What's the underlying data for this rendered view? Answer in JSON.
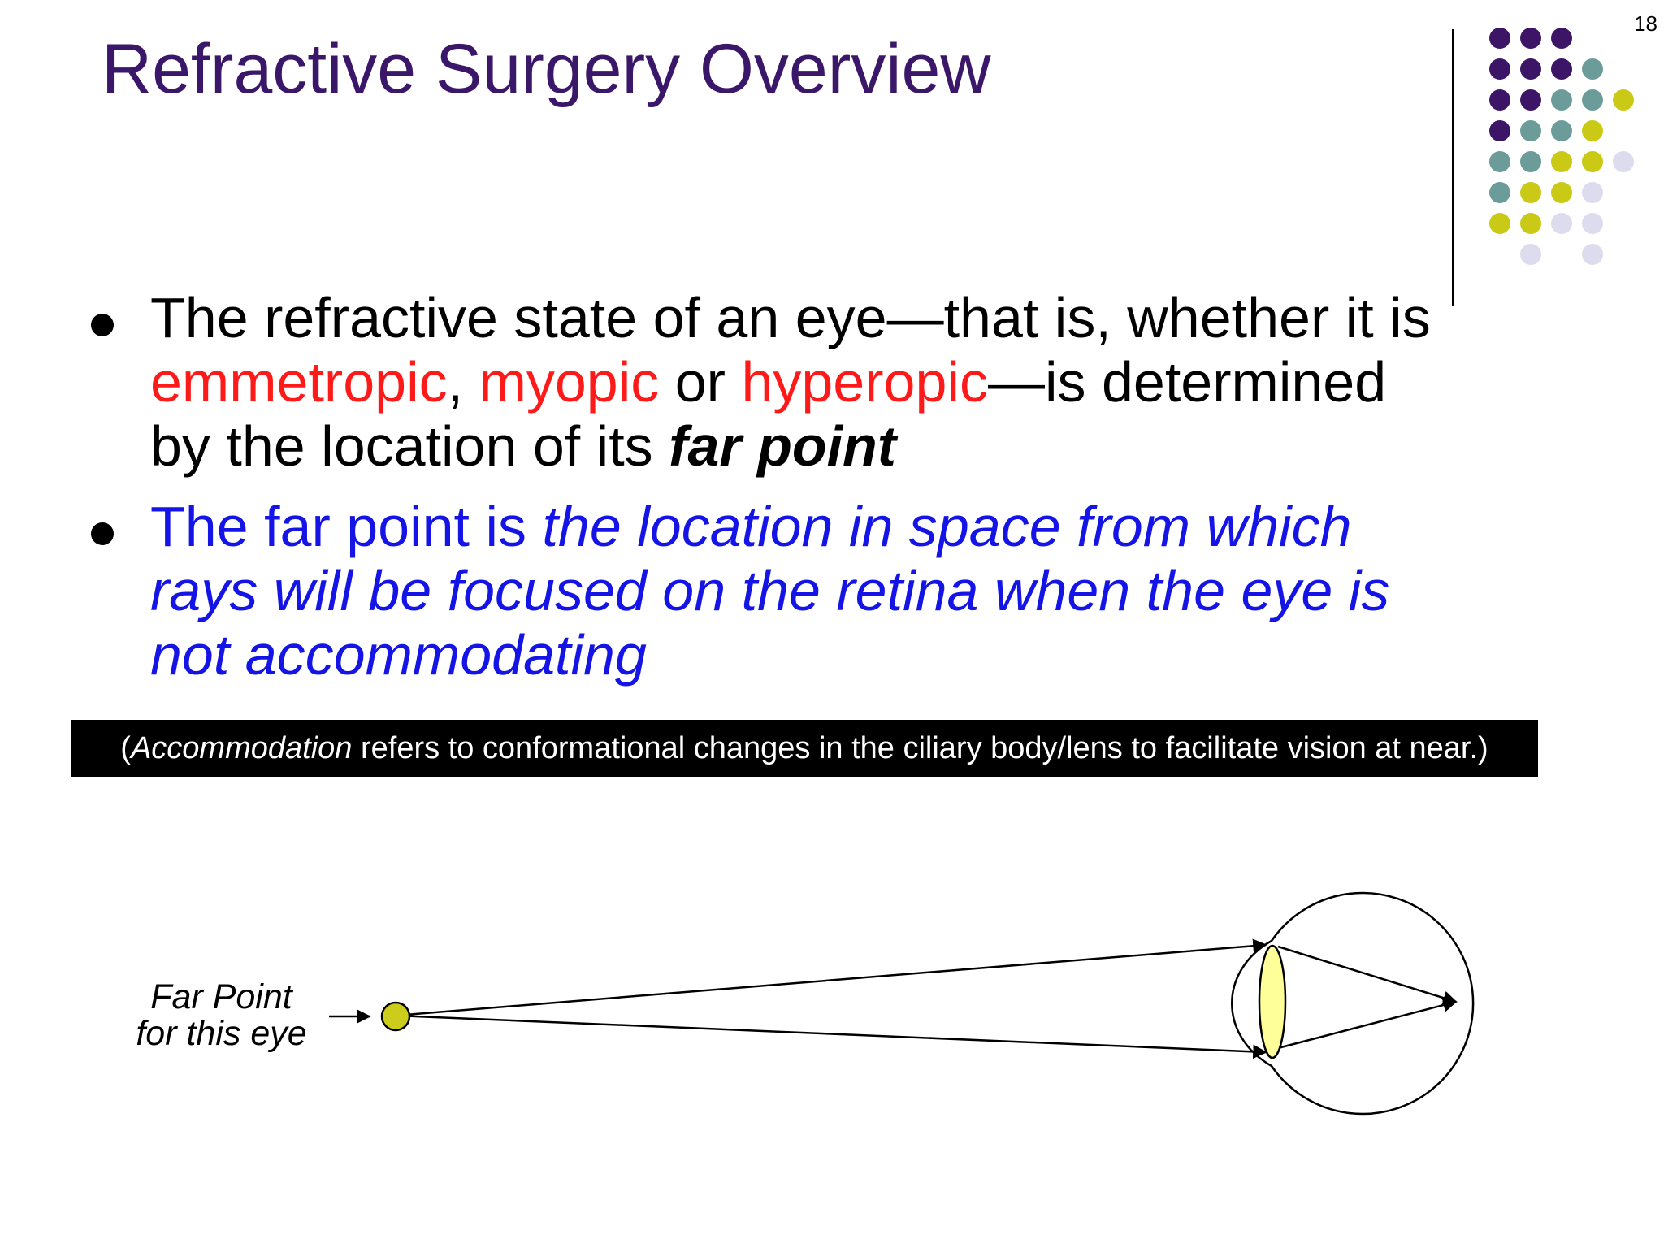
{
  "slide": {
    "number": "18",
    "title": "Refractive Surgery Overview"
  },
  "bullets": [
    {
      "p1": "The refractive state of an eye—that is, whether it is ",
      "t_emmetropic": "emmetropic",
      "comma": ", ",
      "t_myopic": "myopic",
      "or": " or ",
      "t_hyperopic": "hyperopic",
      "p2": "—is determined by the location of its ",
      "far_point": "far point"
    },
    {
      "p1": "The far point is ",
      "p2_italic": "the location in space from which rays will be focused on the retina when the eye is not accommodating"
    }
  ],
  "note": {
    "open": "(",
    "italic": "Accommodation",
    "rest": " refers to conformational changes in the ciliary body/lens to facilitate vision at near.)"
  },
  "diagram": {
    "label_line1": "Far Point",
    "label_line2": "for this eye",
    "colors": {
      "far_point_fill": "#cccc1a",
      "lens_fill": "#ffff99",
      "ray": "#000000"
    }
  },
  "decoration": {
    "dot_colors": {
      "purple": "#3d1566",
      "teal": "#6b9c99",
      "olive": "#c9c916",
      "lavender": "#dcdcee"
    }
  }
}
